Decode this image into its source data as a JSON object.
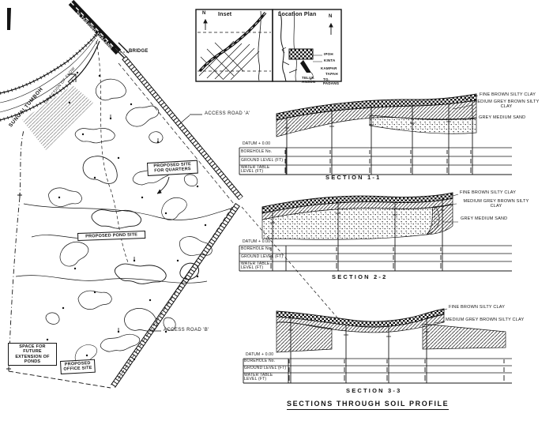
{
  "map": {
    "river": "SUNGAI TUMBOH",
    "flow": "DIRECTION OF FLOW",
    "bridge": "BRIDGE",
    "top_road": "To TANJONG TUALANG",
    "road_a": "ACCESS ROAD 'A'",
    "road_b": "ACCESS ROAD 'B'",
    "quarters": "PROPOSED SITE FOR QUARTERS",
    "pond": "PROPOSED POND SITE",
    "extension": "SPACE FOR FUTURE EXTENSION OF PONDS",
    "office": "PROPOSED OFFICE SITE"
  },
  "inset": {
    "title": "Inset",
    "north": "N"
  },
  "location_plan": {
    "title": "Location Plan",
    "north": "N",
    "places": [
      "IPOH",
      "KINTA",
      "KAMPAR",
      "TAPAH",
      "TELUK ANSON",
      "TG. PADANG"
    ]
  },
  "sections": [
    {
      "title": "SECTION 1-1",
      "rows": {
        "datum": "DATUM + 0.00",
        "borehole": "BOREHOLE No.",
        "ground": "GROUND LEVEL (FT)",
        "water": "WATER TABLE LEVEL (FT)"
      },
      "layers": [
        "FINE BROWN SILTY CLAY",
        "MEDIUM GREY BROWN SILTY CLAY",
        "GREY MEDIUM SAND"
      ]
    },
    {
      "title": "SECTION 2-2",
      "rows": {
        "datum": "DATUM + 0.00",
        "borehole": "BOREHOLE No.",
        "ground": "GROUND LEVEL (FT)",
        "water": "WATER TABLE LEVEL (FT)"
      },
      "layers": [
        "FINE BROWN SILTY CLAY",
        "MEDIUM GREY BROWN SILTY CLAY",
        "GREY MEDIUM SAND"
      ]
    },
    {
      "title": "SECTION 3-3",
      "rows": {
        "datum": "DATUM + 0.00",
        "borehole": "BOREHOLE No.",
        "ground": "GROUND LEVEL (FT)",
        "water": "WATER TABLE LEVEL (FT)"
      },
      "layers": [
        "FINE BROWN SILTY CLAY",
        "MEDIUM GREY BROWN SILTY CLAY"
      ]
    }
  ],
  "footer": {
    "title": "SECTIONS THROUGH SOIL PROFILE"
  }
}
